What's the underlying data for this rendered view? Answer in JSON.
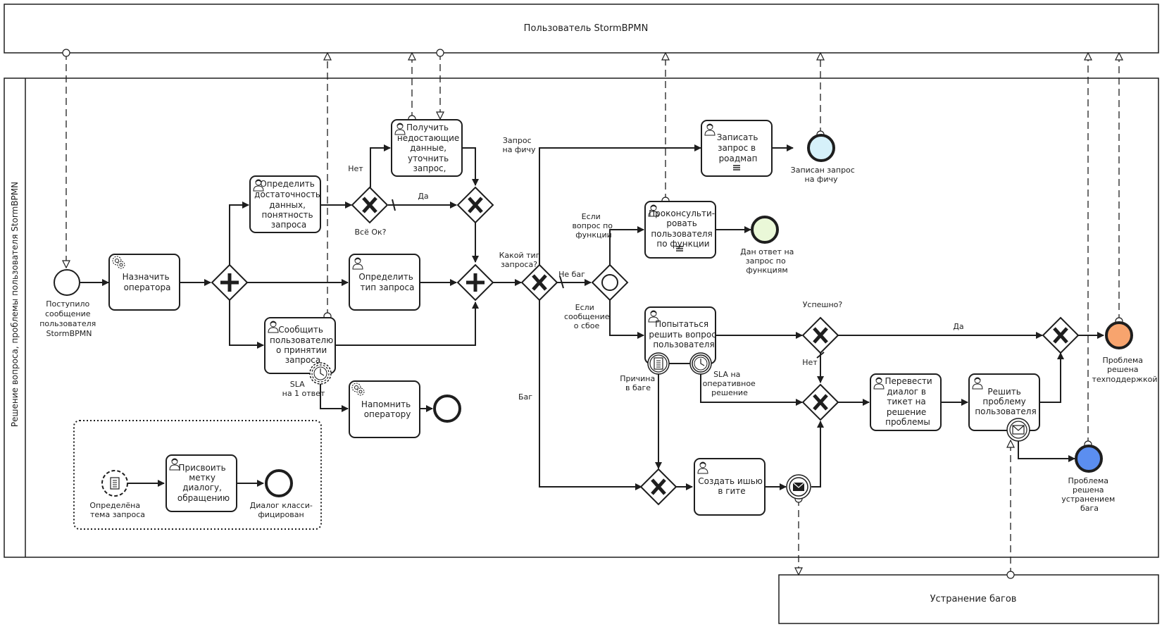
{
  "pools": {
    "user": "Пользователь StormBPMN",
    "main": "Решение вопроса, проблемы пользователя StormBPMN",
    "bugs": "Устранение багов"
  },
  "events": {
    "start": [
      "Поступило",
      "сообщение",
      "пользователя",
      "StormBPMN"
    ],
    "feature_end": [
      "Записан запрос",
      "на фичу"
    ],
    "function_end": [
      "Дан ответ на",
      "запрос по",
      "функциям"
    ],
    "support_end": [
      "Проблема",
      "решена",
      "техподдержкой"
    ],
    "bug_end": [
      "Проблема",
      "решена",
      "устранением",
      "бага"
    ],
    "topic_start": [
      "Определёна",
      "тема запроса"
    ],
    "classified_end": [
      "Диалог класси-",
      "фицирован"
    ],
    "sla_first": [
      "SLA",
      "на 1 ответ"
    ],
    "sla_operative": [
      "SLA на",
      "оперативное",
      "решение"
    ],
    "bug_cause": [
      "Причина",
      "в баге"
    ]
  },
  "tasks": {
    "assign": [
      "Назначить",
      "оператора"
    ],
    "sufficiency": [
      "Определить",
      "достаточность",
      "данных,",
      "понятность",
      "запроса"
    ],
    "get_data": [
      "Получить",
      "недостающие",
      "данные,",
      "уточнить",
      "запрос,"
    ],
    "define_type": [
      "Определить",
      "тип запроса"
    ],
    "notify": [
      "Сообщить",
      "пользователю",
      "о принятии",
      "запроса"
    ],
    "remind": [
      "Напомнить",
      "оператору"
    ],
    "roadmap": [
      "Записать",
      "запрос в",
      "роадмап"
    ],
    "consult": [
      "Проконсульти-",
      "ровать",
      "пользователя",
      "по функции"
    ],
    "try_solve": [
      "Попытаться",
      "решить вопрос",
      "пользователя"
    ],
    "create_issue": [
      "Создать ишью",
      "в гите"
    ],
    "transfer": [
      "Перевести",
      "диалог в",
      "тикет на",
      "решение",
      "проблемы"
    ],
    "solve": [
      "Решить",
      "проблему",
      "пользователя"
    ],
    "label": [
      "Присвоить",
      "метку",
      "диалогу,",
      "обращению"
    ]
  },
  "labels": {
    "all_ok": "Всё Ок?",
    "no": "Нет",
    "yes": "Да",
    "request_type": [
      "Какой тип",
      "запроса?"
    ],
    "feature_request": [
      "Запрос",
      "на фичу"
    ],
    "not_bug": "Не баг",
    "bug": "Баг",
    "if_function": [
      "Если",
      "вопрос по",
      "функции"
    ],
    "if_failure": [
      "Если",
      "сообщение",
      "о сбое"
    ],
    "success": "Успешно?",
    "yes2": "Да",
    "no2": "Нет"
  },
  "colors": {
    "feature_end": "#d6f1fa",
    "function_end": "#eaf8d8",
    "support_end": "#f7a46e",
    "bug_end": "#5b8ef0"
  }
}
